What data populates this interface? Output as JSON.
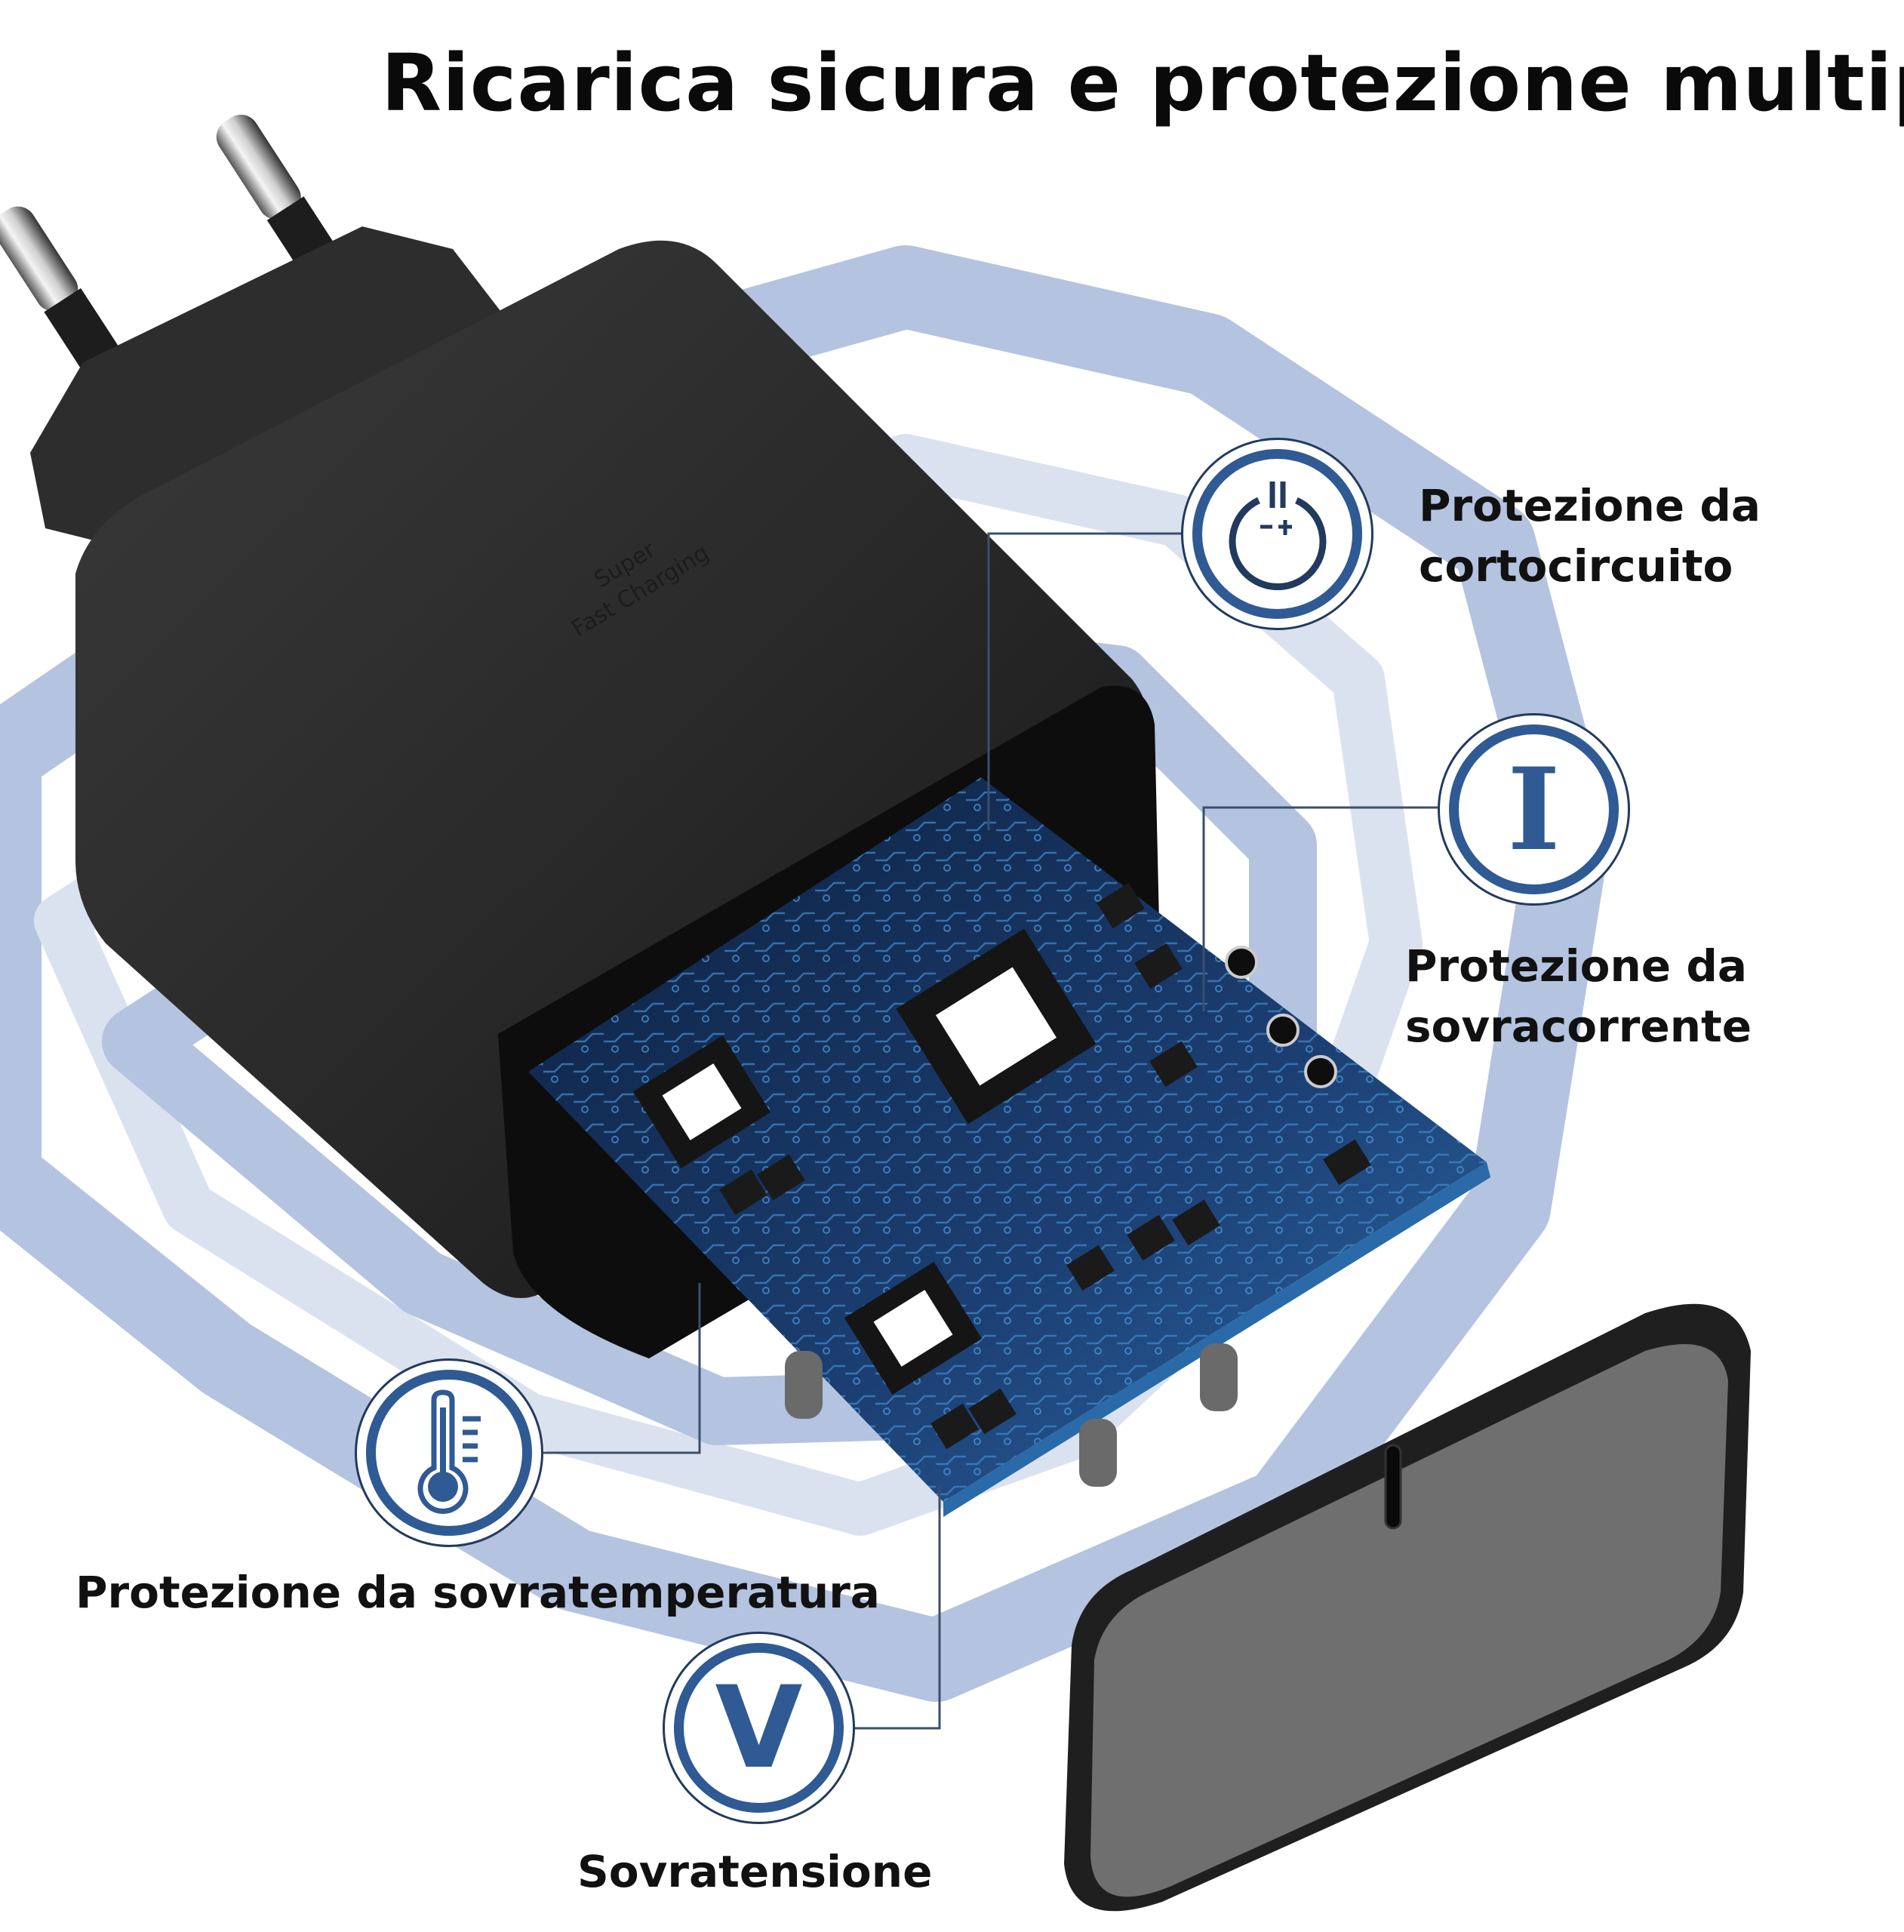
{
  "title": "Ricarica sicura e protezione multipla",
  "product": {
    "name": "charger",
    "printed_text_line1": "Super",
    "printed_text_line2": "Fast Charging",
    "port": "usb-c-port-icon"
  },
  "features": [
    {
      "id": "short-circuit",
      "icon": "short-circuit-icon",
      "glyph": "−+",
      "line1": "Protezione da",
      "line2": "cortocircuito"
    },
    {
      "id": "overcurrent",
      "icon": "current-icon",
      "glyph": "I",
      "line1": "Protezione da",
      "line2": "sovracorrente"
    },
    {
      "id": "overtemperature",
      "icon": "thermometer-icon",
      "glyph": "",
      "line1": "Protezione da sovratemperatura",
      "line2": ""
    },
    {
      "id": "overvoltage",
      "icon": "voltage-icon",
      "glyph": "V",
      "line1": "Sovratensione",
      "line2": ""
    }
  ],
  "colors": {
    "accent_blue": "#2f5a94",
    "shield_light_blue": "#b3c3e0",
    "charger_body": "#2c2c2c",
    "pcb_blue": "#1c3f73",
    "text": "#111111",
    "background": "#ffffff"
  }
}
